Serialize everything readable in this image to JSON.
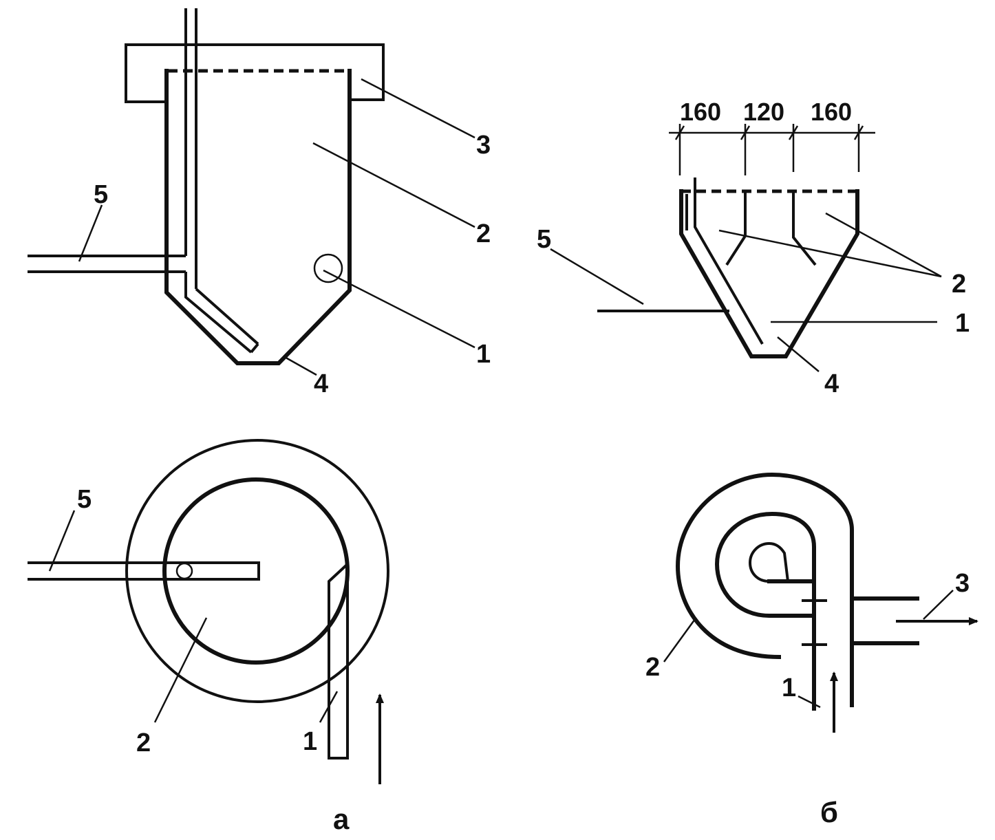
{
  "figure_a": {
    "caption": "а",
    "side_view": {
      "labels": {
        "l1": "1",
        "l2": "2",
        "l3": "3",
        "l4": "4",
        "l5": "5"
      }
    },
    "top_view": {
      "labels": {
        "l1": "1",
        "l2": "2",
        "l5": "5"
      }
    }
  },
  "figure_b": {
    "caption": "б",
    "side_view": {
      "dimensions": [
        "160",
        "120",
        "160"
      ],
      "labels": {
        "l1": "1",
        "l2": "2",
        "l4": "4",
        "l5": "5"
      }
    },
    "top_view": {
      "labels": {
        "l1": "1",
        "l2": "2",
        "l3": "3"
      }
    }
  }
}
